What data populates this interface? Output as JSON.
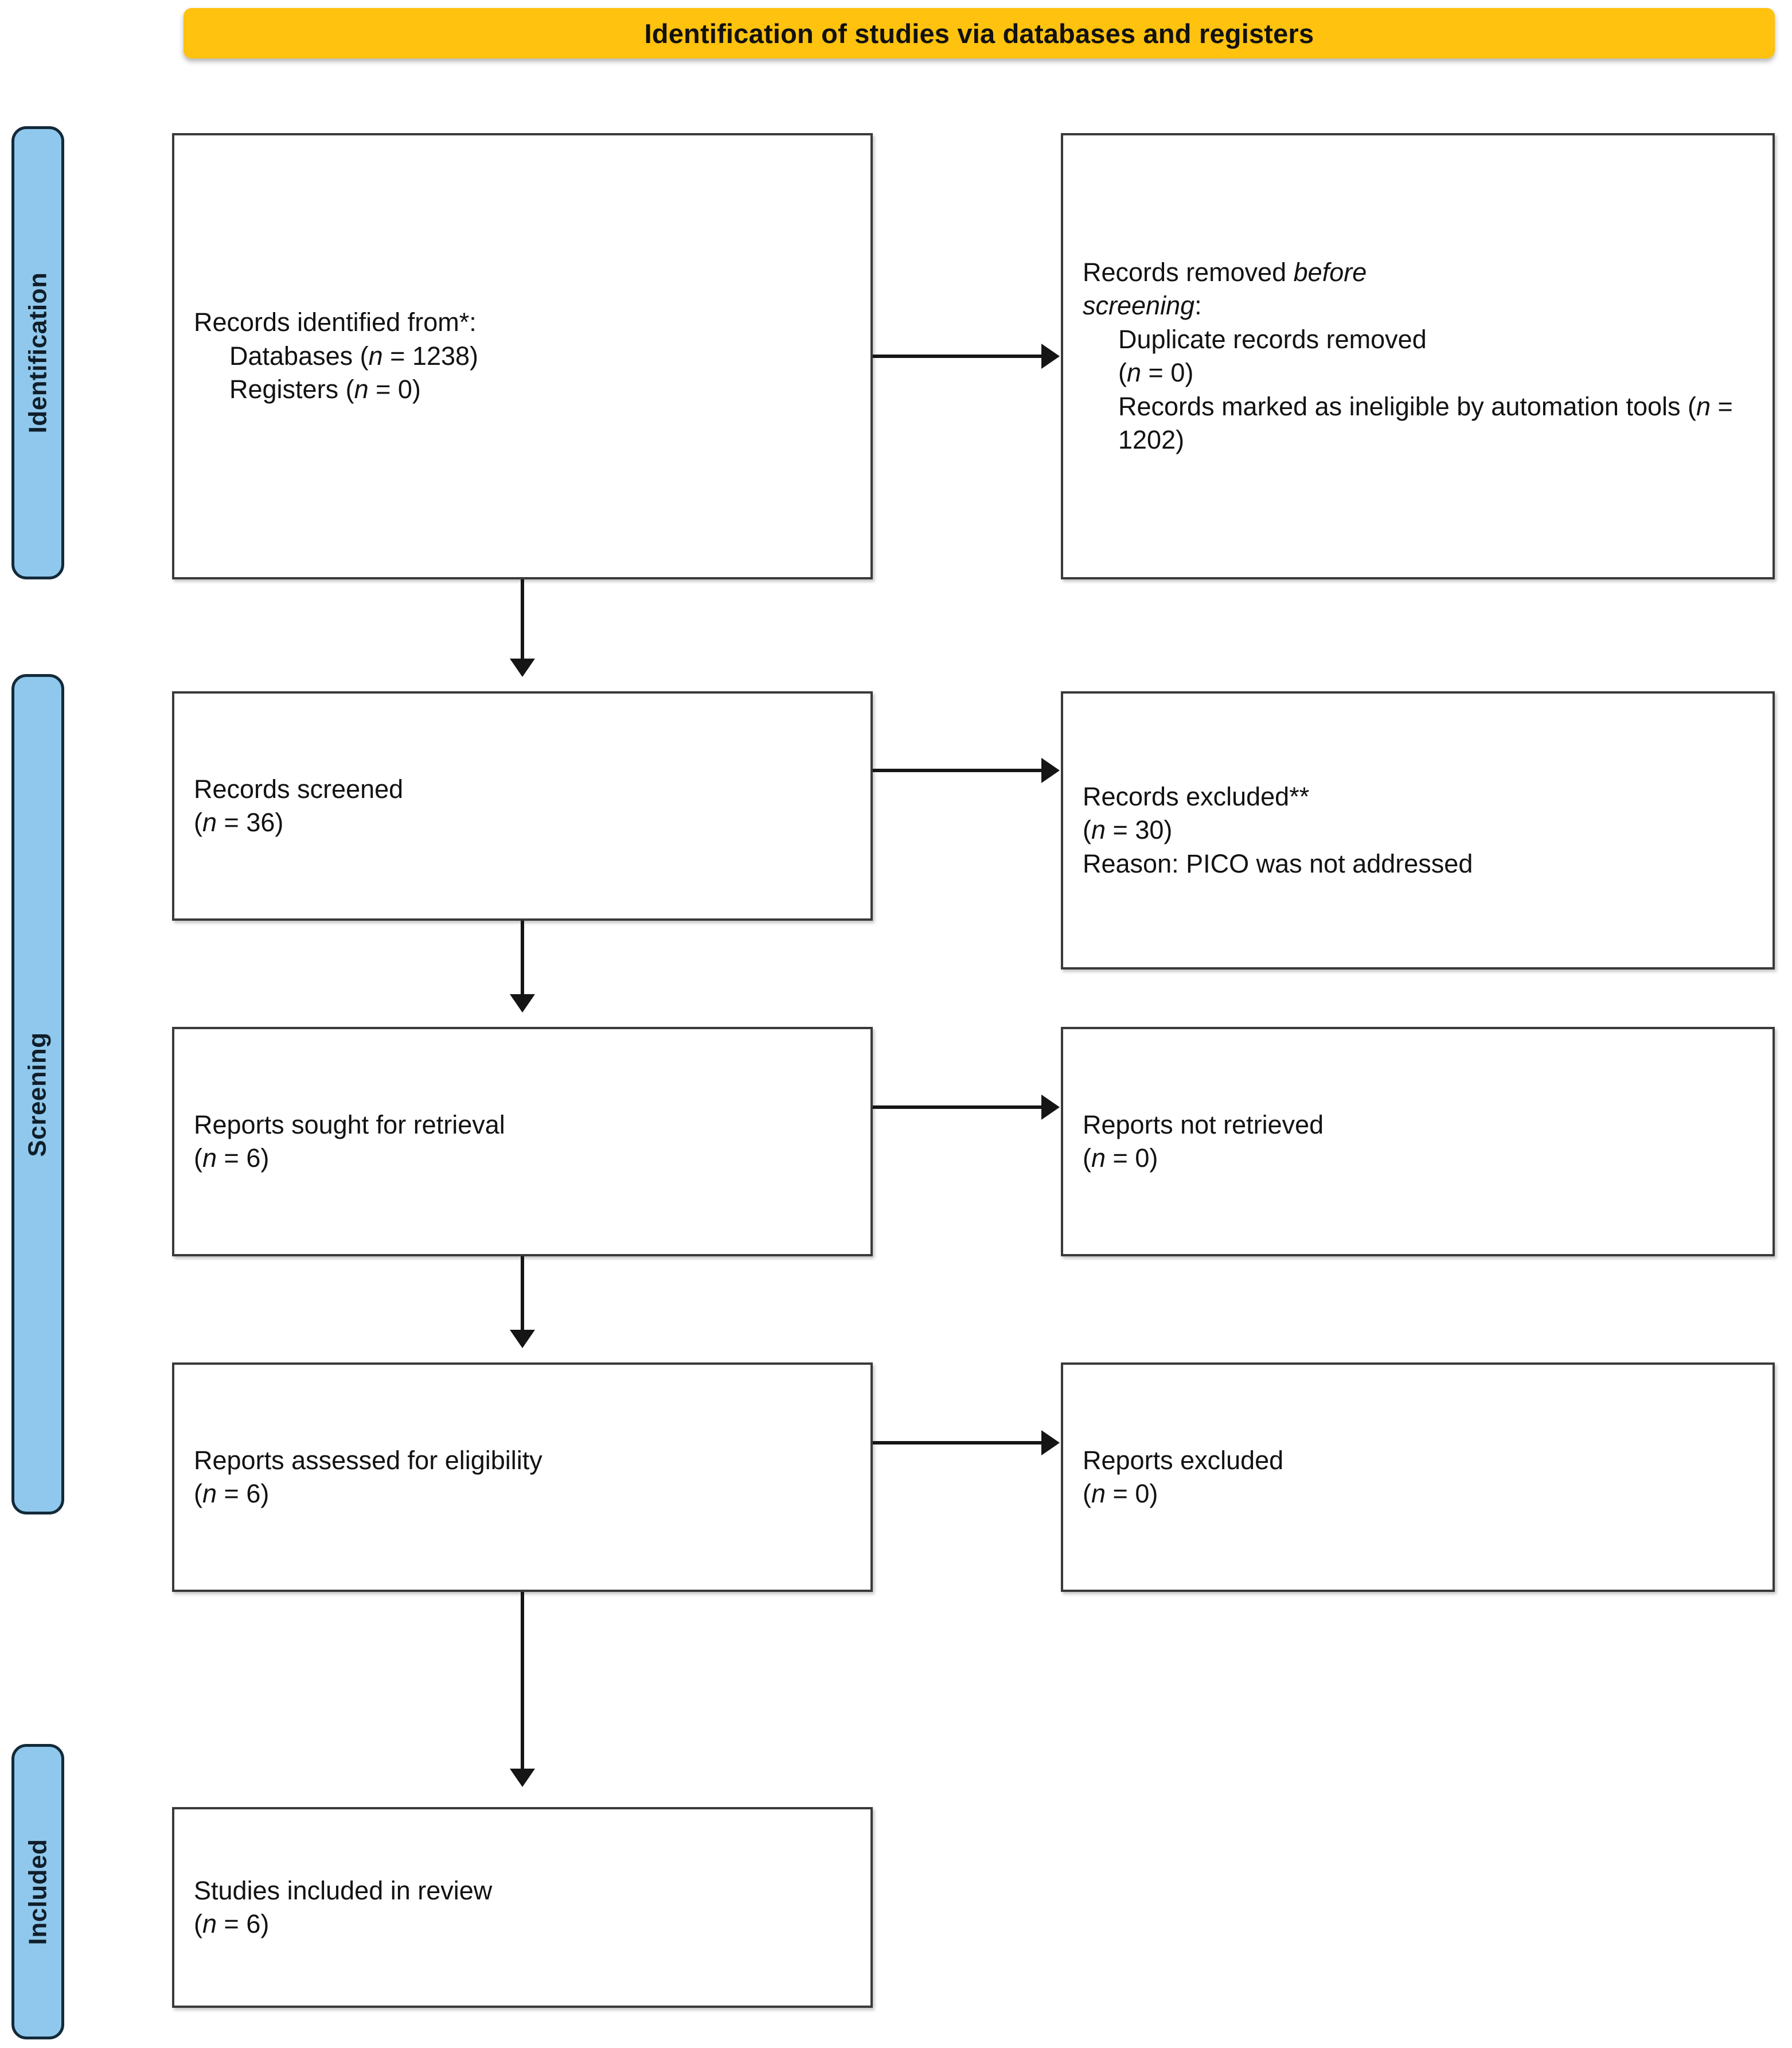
{
  "header": {
    "title": "Identification of studies via databases and registers",
    "background_color": "#FFC20E",
    "text_color": "#111111"
  },
  "stage_tabs": [
    {
      "id": "identification",
      "label": "Identification"
    },
    {
      "id": "screening",
      "label": "Screening"
    },
    {
      "id": "included",
      "label": "Included"
    }
  ],
  "palette": {
    "tab_fill": "#8FC8EC",
    "tab_border": "#132A3A",
    "box_border": "#3A3A3A",
    "arrow": "#151515",
    "page_background": "#FFFFFF"
  },
  "boxes": {
    "records_identified": {
      "line1": "Records identified from*:",
      "line2_label": "Databases (",
      "line2_n": "n",
      "line2_value": " = 1238)",
      "line3_label": "Registers (",
      "line3_n": "n",
      "line3_value": " = 0)"
    },
    "records_removed": {
      "line1_a": "Records removed ",
      "line1_b": "before",
      "line2_b": "screening",
      "line2_a": ":",
      "line3": "Duplicate records removed",
      "line4_open": "(",
      "line4_n": "n",
      "line4_close": " = 0)",
      "line5": "Records marked as ineligible by automation tools (",
      "line5_n": "n",
      "line5_close": " = 1202)"
    },
    "records_screened": {
      "line1": "Records screened",
      "line2_open": "(",
      "line2_n": "n",
      "line2_close": " = 36)"
    },
    "records_excluded": {
      "line1": "Records excluded**",
      "line2_open": "(",
      "line2_n": "n",
      "line2_close": " = 30)",
      "line3": "Reason: PICO was not addressed"
    },
    "reports_sought": {
      "line1": "Reports sought for retrieval",
      "line2_open": "(",
      "line2_n": "n",
      "line2_close": " = 6)"
    },
    "reports_not_retrieved": {
      "line1": "Reports not retrieved",
      "line2_open": "(",
      "line2_n": "n",
      "line2_close": " = 0)"
    },
    "reports_assessed": {
      "line1": "Reports assessed for eligibility",
      "line2_open": "(",
      "line2_n": "n",
      "line2_close": " = 6)"
    },
    "reports_excluded": {
      "line1": "Reports excluded",
      "line2_open": "(",
      "line2_n": "n",
      "line2_close": " = 0)"
    },
    "studies_included": {
      "line1": "Studies included in review",
      "line2_open": "(",
      "line2_n": "n",
      "line2_close": " = 6)"
    }
  },
  "chart_data": {
    "type": "diagram",
    "title": "Identification of studies via databases and registers",
    "diagram_kind": "PRISMA 2020 flow diagram",
    "stages": [
      "Identification",
      "Screening",
      "Included"
    ],
    "nodes": [
      {
        "id": "records_identified",
        "stage": "Identification",
        "column": "left",
        "text": "Records identified from*: Databases (n = 1238); Registers (n = 0)",
        "counts": {
          "databases": 1238,
          "registers": 0
        }
      },
      {
        "id": "records_removed",
        "stage": "Identification",
        "column": "right",
        "text": "Records removed before screening: Duplicate records removed (n = 0); Records marked as ineligible by automation tools (n = 1202)",
        "counts": {
          "duplicates_removed": 0,
          "ineligible_by_automation": 1202
        }
      },
      {
        "id": "records_screened",
        "stage": "Screening",
        "column": "left",
        "text": "Records screened (n = 36)",
        "counts": {
          "n": 36
        }
      },
      {
        "id": "records_excluded",
        "stage": "Screening",
        "column": "right",
        "text": "Records excluded** (n = 30) Reason: PICO was not addressed",
        "counts": {
          "n": 30
        },
        "reason": "PICO was not addressed"
      },
      {
        "id": "reports_sought",
        "stage": "Screening",
        "column": "left",
        "text": "Reports sought for retrieval (n = 6)",
        "counts": {
          "n": 6
        }
      },
      {
        "id": "reports_not_retrieved",
        "stage": "Screening",
        "column": "right",
        "text": "Reports not retrieved (n = 0)",
        "counts": {
          "n": 0
        }
      },
      {
        "id": "reports_assessed",
        "stage": "Screening",
        "column": "left",
        "text": "Reports assessed for eligibility (n = 6)",
        "counts": {
          "n": 6
        }
      },
      {
        "id": "reports_excluded",
        "stage": "Screening",
        "column": "right",
        "text": "Reports excluded (n = 0)",
        "counts": {
          "n": 0
        }
      },
      {
        "id": "studies_included",
        "stage": "Included",
        "column": "left",
        "text": "Studies included in review (n = 6)",
        "counts": {
          "n": 6
        }
      }
    ],
    "edges": [
      {
        "from": "records_identified",
        "to": "records_removed",
        "direction": "right"
      },
      {
        "from": "records_identified",
        "to": "records_screened",
        "direction": "down"
      },
      {
        "from": "records_screened",
        "to": "records_excluded",
        "direction": "right"
      },
      {
        "from": "records_screened",
        "to": "reports_sought",
        "direction": "down"
      },
      {
        "from": "reports_sought",
        "to": "reports_not_retrieved",
        "direction": "right"
      },
      {
        "from": "reports_sought",
        "to": "reports_assessed",
        "direction": "down"
      },
      {
        "from": "reports_assessed",
        "to": "reports_excluded",
        "direction": "right"
      },
      {
        "from": "reports_assessed",
        "to": "studies_included",
        "direction": "down"
      }
    ]
  }
}
